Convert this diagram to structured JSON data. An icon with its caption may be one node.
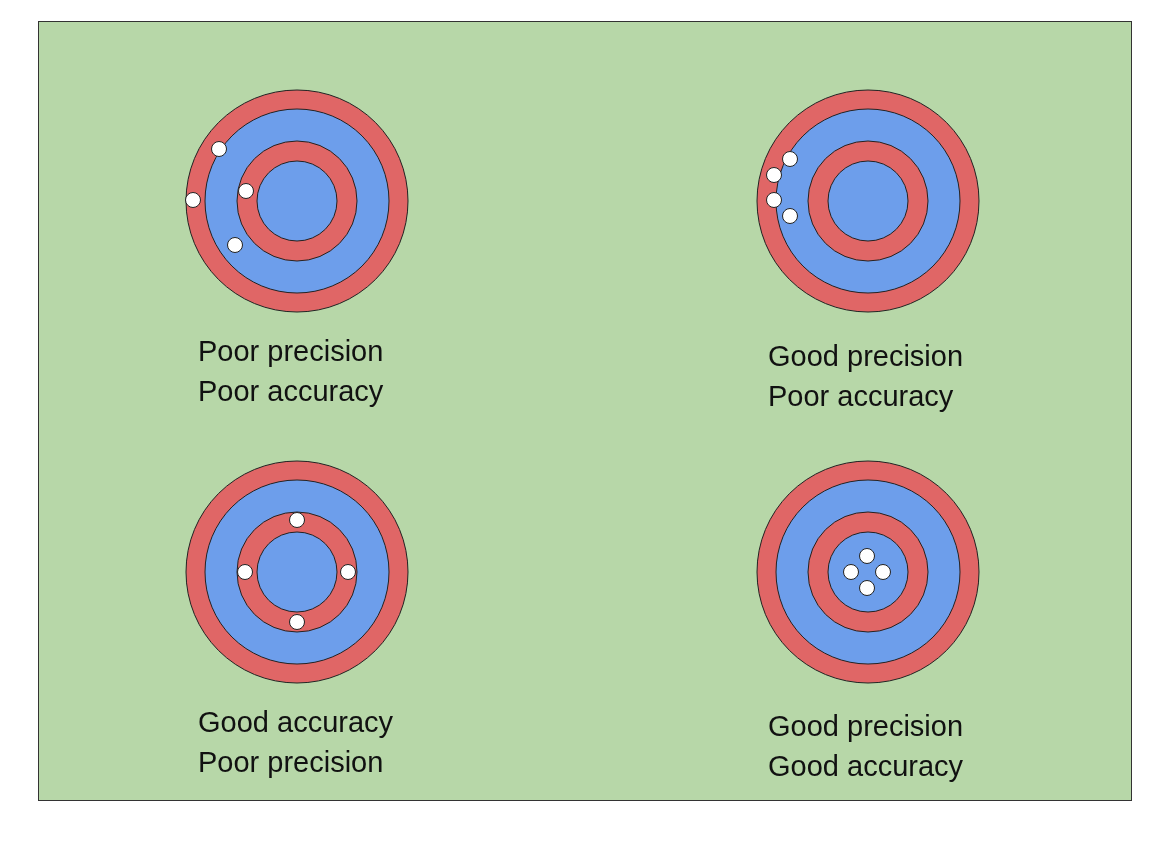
{
  "diagram": {
    "labels": [
      "Poor precision",
      "Poor accuracy",
      "Good precision",
      "Poor accuracy",
      "Good accuracy",
      "Poor precision",
      "Good precision",
      "Good accuracy"
    ]
  }
}
